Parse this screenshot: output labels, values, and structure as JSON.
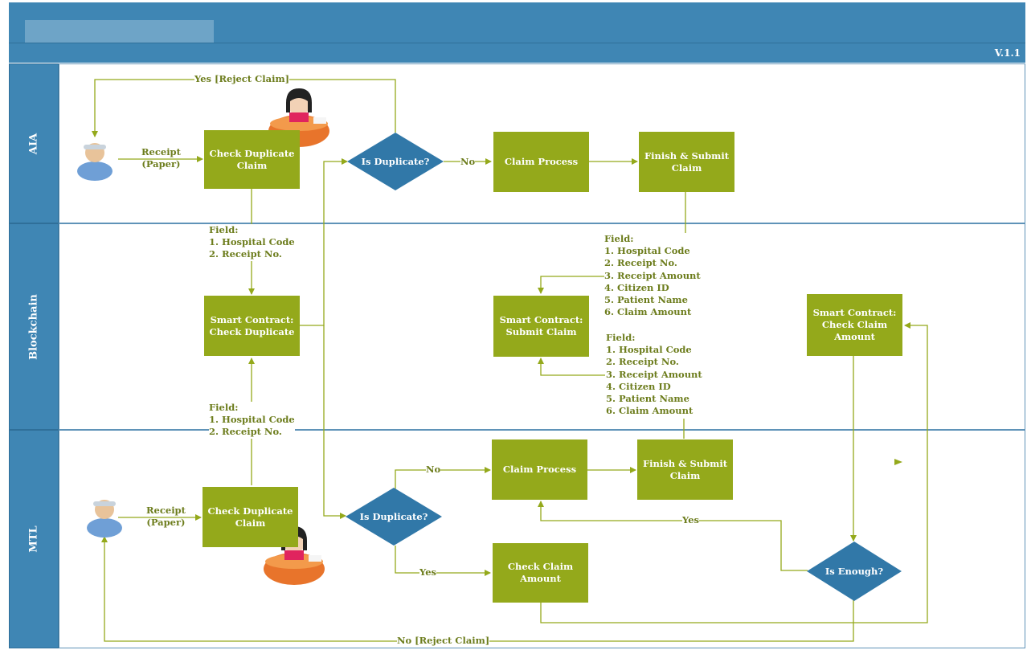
{
  "header": {
    "title": "",
    "version": "V.1.1"
  },
  "lanes": [
    {
      "name": "AIA"
    },
    {
      "name": "Blockchain"
    },
    {
      "name": "MTL"
    }
  ],
  "aia": {
    "receipt_label": "Receipt\n(Paper)",
    "check_duplicate": "Check Duplicate\nClaim",
    "is_duplicate": "Is Duplicate?",
    "yes_reject": "Yes [Reject Claim]",
    "no_label": "No",
    "claim_process": "Claim Process",
    "finish_submit": "Finish & Submit\nClaim"
  },
  "blockchain": {
    "fields_check_aia": {
      "title": "Field:",
      "items": [
        "1. Hospital Code",
        "2. Receipt No."
      ]
    },
    "fields_check_mtl": {
      "title": "Field:",
      "items": [
        "1. Hospital Code",
        "2. Receipt No."
      ]
    },
    "smart_check_duplicate": "Smart Contract:\nCheck Duplicate",
    "smart_submit_claim": "Smart Contract:\nSubmit Claim",
    "smart_check_amount": "Smart Contract:\nCheck Claim\nAmount",
    "fields_submit_aia": {
      "title": "Field:",
      "items": [
        "1. Hospital Code",
        "2. Receipt No.",
        "3. Receipt Amount",
        "4. Citizen ID",
        "5. Patient Name",
        "6. Claim Amount"
      ]
    },
    "fields_submit_mtl": {
      "title": "Field:",
      "items": [
        "1. Hospital Code",
        "2. Receipt No.",
        "3. Receipt Amount",
        "4. Citizen ID",
        "5. Patient Name",
        "6. Claim Amount"
      ]
    }
  },
  "mtl": {
    "receipt_label": "Receipt\n(Paper)",
    "check_duplicate": "Check Duplicate\nClaim",
    "is_duplicate": "Is Duplicate?",
    "no_label": "No",
    "yes_label": "Yes",
    "claim_process": "Claim Process",
    "finish_submit": "Finish & Submit\nClaim",
    "check_claim_amount": "Check Claim\nAmount",
    "is_enough": "Is Enough?",
    "yes_enough": "Yes",
    "no_reject": "No [Reject Claim]"
  },
  "colors": {
    "lane_header": "#3f86b4",
    "process_box": "#94a91b",
    "decision": "#3178a8",
    "connector": "#94a91b",
    "label_text": "#6d7d1d"
  }
}
